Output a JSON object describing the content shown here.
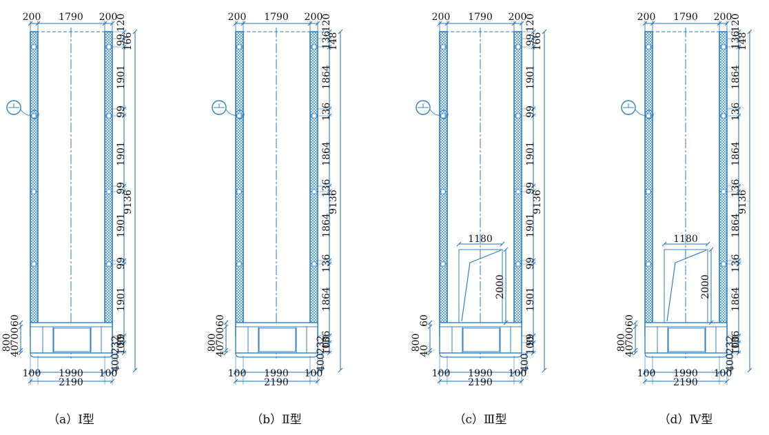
{
  "diagrams": [
    {
      "caption": "（a）Ⅰ型",
      "show_inner_box": false,
      "top_dims": [
        "200",
        "1790",
        "200"
      ],
      "right_segments": [
        "120",
        "99",
        "1901",
        "99",
        "1901",
        "99",
        "1901",
        "99",
        "1901",
        "99",
        "100"
      ],
      "right_total_top": "166",
      "right_total": "9136",
      "left_dims": [
        "800",
        "40",
        "700",
        "60"
      ],
      "base_right": [
        "232",
        "400"
      ],
      "bottom_dims": [
        "100",
        "1990",
        "100"
      ],
      "bottom_total": "2190",
      "box_width": "",
      "box_height": ""
    },
    {
      "caption": "（b）Ⅱ型",
      "show_inner_box": false,
      "top_dims": [
        "200",
        "1790",
        "200"
      ],
      "right_segments": [
        "120",
        "136",
        "1864",
        "136",
        "1864",
        "136",
        "1864",
        "136",
        "1864",
        "136",
        "100"
      ],
      "right_total_top": "148",
      "right_total": "9136",
      "left_dims": [
        "800",
        "40",
        "700",
        "60"
      ],
      "base_right": [
        "232",
        "400"
      ],
      "bottom_dims": [
        "100",
        "1990",
        "100"
      ],
      "bottom_total": "2190",
      "box_width": "",
      "box_height": ""
    },
    {
      "caption": "（c）Ⅲ型",
      "show_inner_box": true,
      "top_dims": [
        "200",
        "1790",
        "200"
      ],
      "right_segments": [
        "120",
        "99",
        "1901",
        "99",
        "1901",
        "99",
        "1901",
        "99",
        "1901",
        "99",
        "100"
      ],
      "right_total_top": "166",
      "right_total": "9136",
      "left_dims": [
        "800",
        "40",
        "",
        "60"
      ],
      "base_right": [
        "",
        "400"
      ],
      "bottom_dims": [
        "100",
        "1990",
        "100"
      ],
      "bottom_total": "2190",
      "box_width": "1180",
      "box_height": "2000"
    },
    {
      "caption": "（d）Ⅳ型",
      "show_inner_box": true,
      "top_dims": [
        "200",
        "1790",
        "200"
      ],
      "right_segments": [
        "120",
        "136",
        "1864",
        "136",
        "1864",
        "136",
        "1864",
        "136",
        "1864",
        "136",
        "100"
      ],
      "right_total_top": "148",
      "right_total": "9136",
      "left_dims": [
        "800",
        "40",
        "700",
        "60"
      ],
      "base_right": [
        "232",
        "400"
      ],
      "bottom_dims": [
        "100",
        "1990",
        "100"
      ],
      "bottom_total": "2190",
      "box_width": "1180",
      "box_height": "2000"
    }
  ],
  "colors": {
    "wall": "#2f7fc1",
    "hatch": "#2f7fc1",
    "dim": "#1a6fb5",
    "dash": "#2a78c0",
    "text": "#111111"
  }
}
